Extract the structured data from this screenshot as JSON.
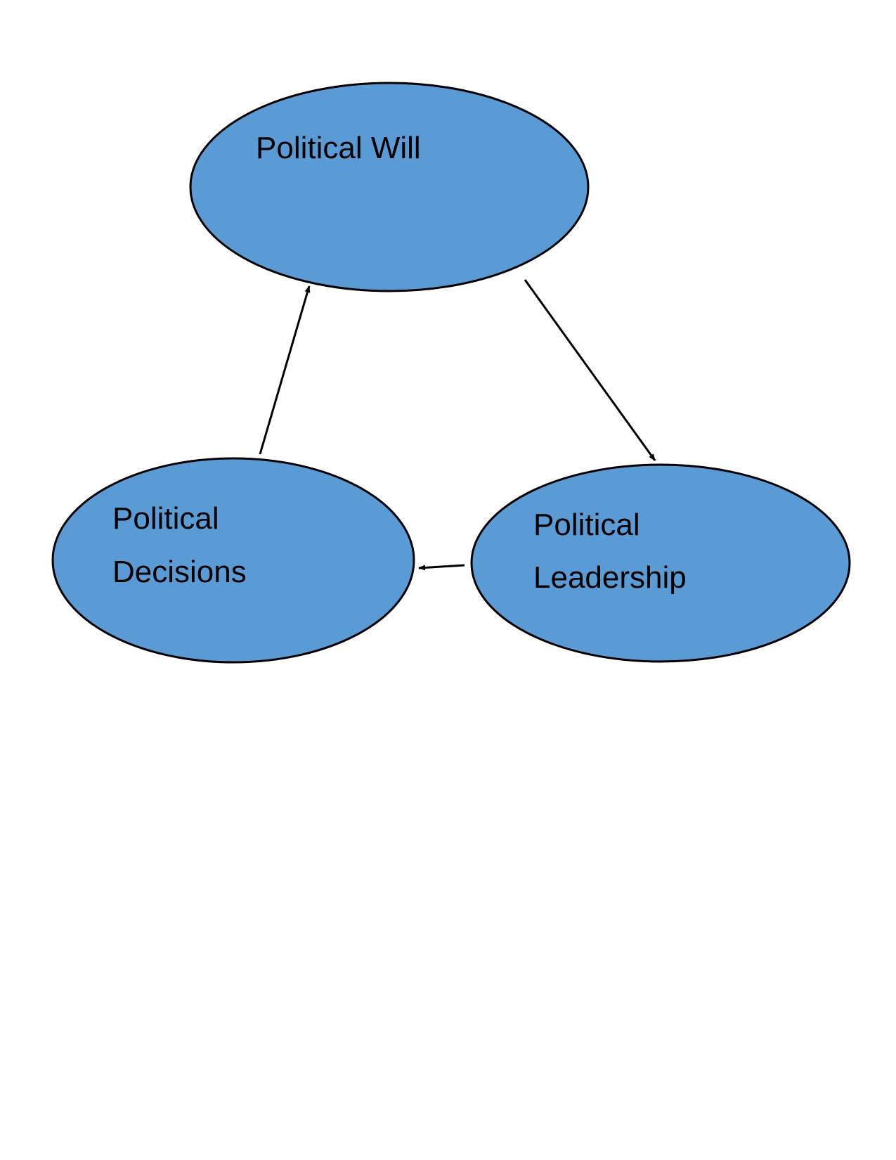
{
  "nodes": {
    "will": {
      "label": "Political Will"
    },
    "decisions": {
      "line1": "Political",
      "line2": "Decisions"
    },
    "leadership": {
      "line1": "Political",
      "line2": "Leadership"
    }
  },
  "edges": [
    {
      "from": "Political Will",
      "to": "Political Leadership"
    },
    {
      "from": "Political Leadership",
      "to": "Political Decisions"
    },
    {
      "from": "Political Decisions",
      "to": "Political Will"
    }
  ],
  "colors": {
    "fill": "#5b9bd5",
    "stroke": "#000000"
  }
}
